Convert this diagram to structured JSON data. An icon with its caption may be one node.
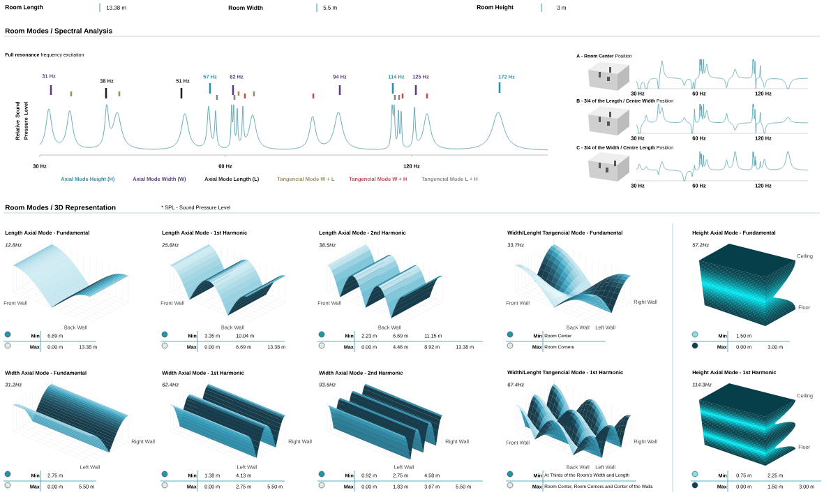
{
  "diagram": {
    "labels": [
      "Room Length",
      "13.38 m",
      "Room Width",
      "5.5 m",
      "Room Height",
      "3 m",
      "Room Modes / Spectral Analysis",
      "**Full resonance** frequency excitation",
      "31 Hz",
      "38 Hz",
      "51 Hz",
      "57 Hz",
      "62 Hz",
      "94 Hz",
      "114 Hz",
      "125 Hz",
      "172 Hz",
      "Relative Sound Pressure Level",
      "30 Hz",
      "60 Hz",
      "120 Hz",
      "**A - Room Center** Position",
      "30 Hz",
      "60 Hz",
      "120 Hz",
      "**B - 3/4 of the Length / Centre Width** Position",
      "30 Hz",
      "60 Hz",
      "120 Hz",
      "**C - 3/4 of the Width / Centre Length** Position",
      "30 Hz",
      "60 Hz",
      "120 Hz",
      "Room Modes / 3D Representation",
      "* SPL - Sound Pressure Level",
      "Length Axial Mode - Fundamental",
      "12.8Hz",
      "Front Wall",
      "Back Wall",
      "Min",
      "6.69 m",
      "Max",
      "0.00 m",
      "13.38 m",
      "Length Axial Mode - 1st Harmonic",
      "25.6Hz",
      "Front Wall",
      "Back Wall",
      "Min",
      "3.35 m",
      "10.04 m",
      "Max",
      "0.00 m",
      "6.69 m",
      "13.38 m",
      "Length Axial Mode - 2nd Harmonic",
      "38.5Hz",
      "Front Wall",
      "Back Wall",
      "Min",
      "2.23 m",
      "6.69 m",
      "11.15 m",
      "Max",
      "0.00 m",
      "4.46 m",
      "8.92 m",
      "13.38 m",
      "Width/Lenght Tangencial Mode - Fundamental",
      "33.7Hz",
      "Front Wall",
      "Right Wall",
      "Back Wall",
      "Left Wall",
      "Min",
      "Room Center",
      "Max",
      "Room Corners",
      "Height Axial Mode - Fundamental",
      "57.2Hz",
      "Ceiling",
      "Floor",
      "Min",
      "1.50 m",
      "Max",
      "0.00 m",
      "3.00 m",
      "Width Axial Mode - Fundamental",
      "31.2Hz",
      "Right Wall",
      "Left Wall",
      "Min",
      "2.75 m",
      "Max",
      "0.00 m",
      "5.50 m",
      "Width Axial Mode - 1st Harmonic",
      "62.4Hz",
      "Right Wall",
      "Left Wall",
      "Min",
      "1.38 m",
      "4.13 m",
      "Max",
      "0.00 m",
      "2.75 m",
      "5.50 m",
      "Width Axial Mode - 2nd Harmonic",
      "93.5Hz",
      "Right Wall",
      "Left Wall",
      "Min",
      "0.92 m",
      "2.75 m",
      "4.58 m",
      "Max",
      "0.00 m",
      "1.83 m",
      "3.67 m",
      "5.50 m",
      "Width/Lenght Tangencial Mode - 1st Harmonic",
      "67.4Hz",
      "Front Wall",
      "Right Wall",
      "Back Wall",
      "Left Wall",
      "Min",
      "At Thirds of the Room's Width and Length",
      "Max",
      "Room Center, Room Corners and Center of the Walls",
      "Height Axial Mode - 1st Harmonic",
      "114.3Hz",
      "Ceiling",
      "Floor",
      "Min",
      "0.75 m",
      "2.25 m",
      "Max",
      "0.00 m",
      "1.50 m",
      "3.00 m"
    ],
    "legend": [
      {
        "text": "Axial Mode Height (H)",
        "color": "#2a8fa8"
      },
      {
        "text": "Axial Mode Width (W)",
        "color": "#5c3d7a"
      },
      {
        "text": "Axial Mode Length (L)",
        "color": "#222222"
      },
      {
        "text": "Tangencial Mode W + L",
        "color": "#9a9060"
      },
      {
        "text": "Tangencial Mode W + H",
        "color": "#c8484f"
      },
      {
        "text": "Tangencial Mode L + H",
        "color": "#888888"
      }
    ]
  }
}
